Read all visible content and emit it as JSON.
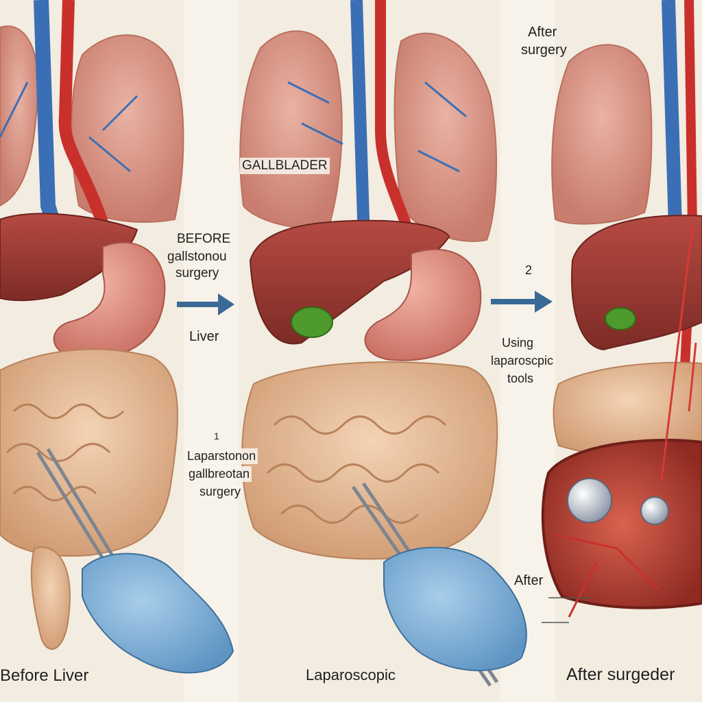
{
  "labels": {
    "gallbladder": "GALLBLADER",
    "before_l1": "BEFORE",
    "before_l2": "gallstonou",
    "before_l3": "surgery",
    "liver": "Liver",
    "after_top_l1": "After",
    "after_top_l2": "surgery",
    "step_two": "2",
    "using_l1": "Using",
    "using_l2": "laparoscpic",
    "using_l3": "tools",
    "step_one": "1",
    "lap_l1": "Laparstonon",
    "lap_l2": "gallbreotan",
    "lap_l3": "surgery",
    "after_mid": "After",
    "bottom_left": "Before Liver",
    "bottom_center": "Laparoscopic",
    "bottom_right": "After surgeder"
  },
  "colors": {
    "background": "#f3ece0",
    "liver": "#9a3a33",
    "lung": "#d89a8a",
    "stomach": "#d9847a",
    "intestine": "#e2b792",
    "vein": "#3b6fb5",
    "artery": "#c9302c",
    "glove": "#7fb0d8",
    "gallbladder": "#4f9a2c",
    "arrow": "#3b6996"
  },
  "panels": 3
}
